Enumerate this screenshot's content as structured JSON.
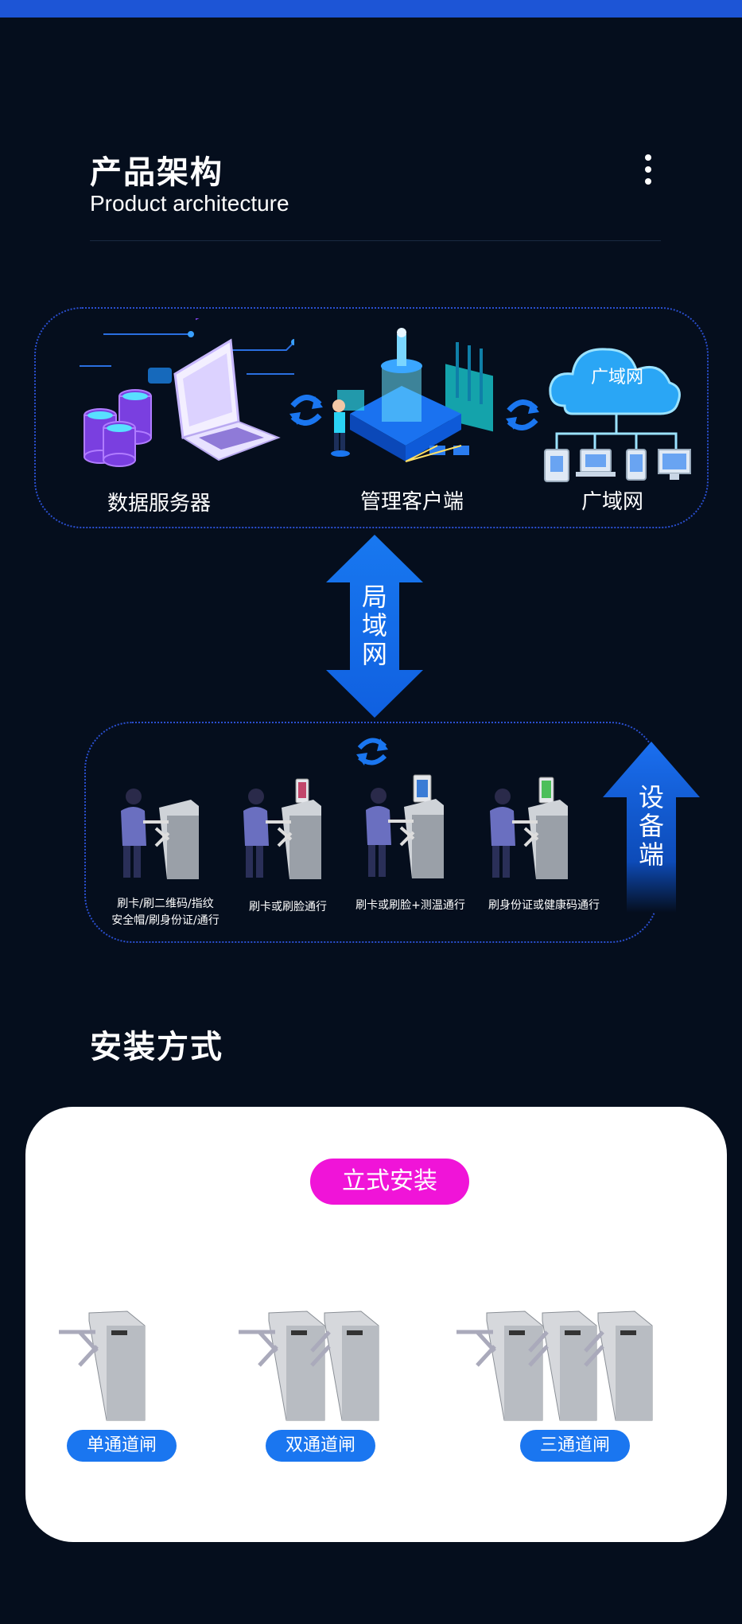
{
  "header": {
    "title_zh": "产品架构",
    "title_en": "Product architecture",
    "menu_icon": "kebab-menu-icon"
  },
  "architecture": {
    "nodes": [
      {
        "label": "数据服务器",
        "icon": "server-laptop-icon"
      },
      {
        "label": "管理客户端",
        "icon": "management-platform-icon"
      },
      {
        "label": "广域网",
        "icon": "cloud-network-icon",
        "cloud_label": "广域网"
      }
    ],
    "lan_label": "局域网",
    "device_label": "设备端",
    "devices": [
      {
        "label_line1": "刷卡/刷二维码/指纹",
        "label_line2": "安全帽/刷身份证/通行"
      },
      {
        "label_line1": "刷卡或刷脸通行",
        "label_line2": ""
      },
      {
        "label_line1": "刷卡或刷脸+测温通行",
        "label_line2": ""
      },
      {
        "label_line1": "刷身份证或健康码通行",
        "label_line2": ""
      }
    ]
  },
  "install": {
    "title": "安装方式",
    "mode_label": "立式安装",
    "options": [
      {
        "label": "单通道闸",
        "gates": 1
      },
      {
        "label": "双通道闸",
        "gates": 2
      },
      {
        "label": "三通道闸",
        "gates": 3
      }
    ]
  },
  "colors": {
    "accent": "#1a76f0",
    "magenta": "#f014d8",
    "bg": "#050e1d",
    "topbar": "#1d55d6"
  }
}
